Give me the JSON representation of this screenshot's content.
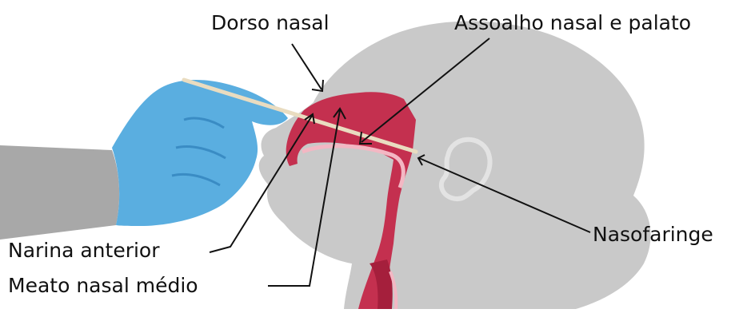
{
  "labels": {
    "dorso_nasal": "Dorso nasal",
    "assoalho": "Assoalho nasal e palato",
    "nasofaringe": "Nasofaringe",
    "narina_anterior": "Narina anterior",
    "meato_nasal": "Meato nasal médio"
  },
  "colors": {
    "head": "#c9c9c9",
    "head_dark": "#b8b8b8",
    "nasal_cavity": "#c4304f",
    "nasal_cavity_dark": "#a51f3c",
    "glove": "#5aaee0",
    "glove_dark": "#3a8cc4",
    "sleeve": "#a8a8a8",
    "swab": "#e9dcc0",
    "line": "#111111"
  }
}
